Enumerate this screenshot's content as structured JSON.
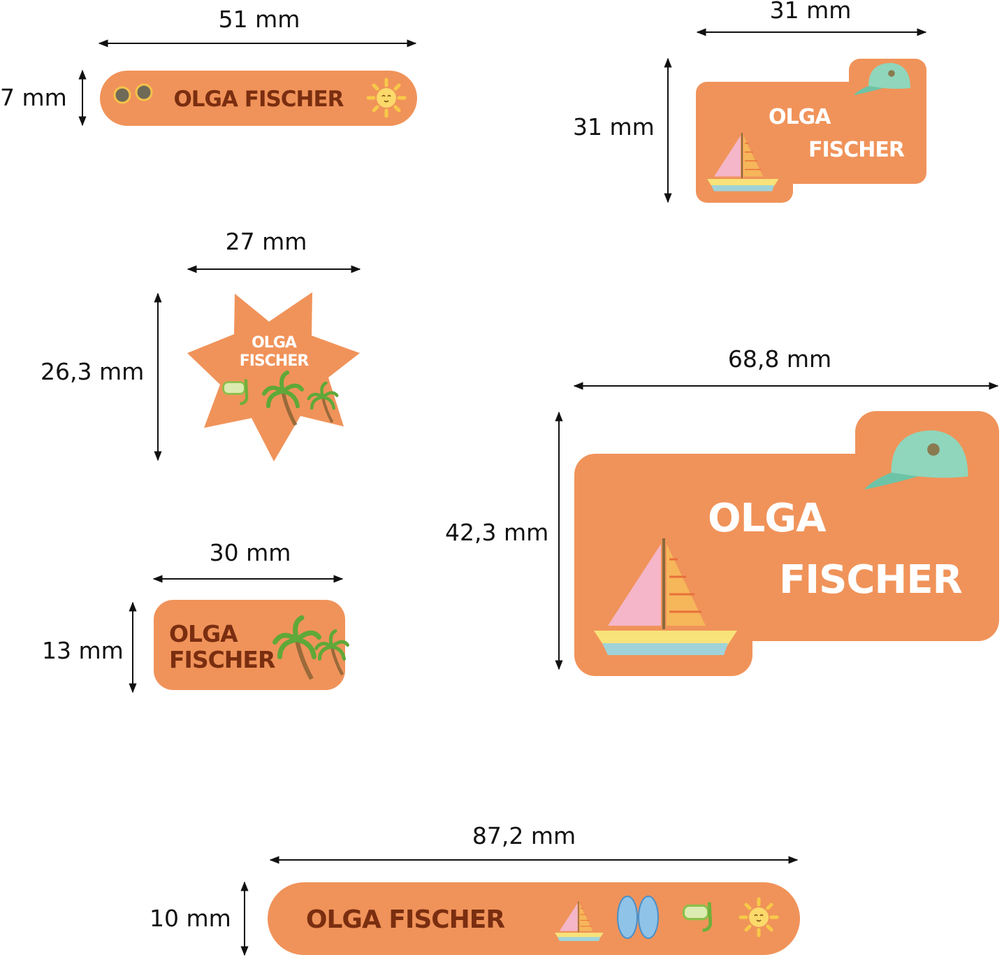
{
  "colors": {
    "label_fill": "#F0935A",
    "dark_text": "#7A2E10",
    "light_text": "#FFFFFF"
  },
  "labels": [
    {
      "name": "OLGA FISCHER",
      "width": "51 mm",
      "height": "7 mm",
      "icons": [
        "sunglasses-icon",
        "sun-icon"
      ]
    },
    {
      "name_line1": "OLGA",
      "name_line2": "FISCHER",
      "width": "31 mm",
      "height": "31 mm",
      "icons": [
        "sailboat-icon",
        "cap-icon"
      ]
    },
    {
      "name_line1": "OLGA",
      "name_line2": "FISCHER",
      "width": "27 mm",
      "height": "26,3 mm",
      "icons": [
        "snorkel-mask-icon",
        "palm-tree-icon"
      ]
    },
    {
      "name_line1": "OLGA",
      "name_line2": "FISCHER",
      "width": "68,8 mm",
      "height": "42,3 mm",
      "icons": [
        "sailboat-icon",
        "cap-icon"
      ]
    },
    {
      "name_line1": "OLGA",
      "name_line2": "FISCHER",
      "width": "30 mm",
      "height": "13 mm",
      "icons": [
        "palm-tree-icon"
      ]
    },
    {
      "name": "OLGA FISCHER",
      "width": "87,2 mm",
      "height": "10 mm",
      "icons": [
        "sailboat-icon",
        "flip-flops-icon",
        "snorkel-mask-icon",
        "sun-icon"
      ]
    }
  ]
}
